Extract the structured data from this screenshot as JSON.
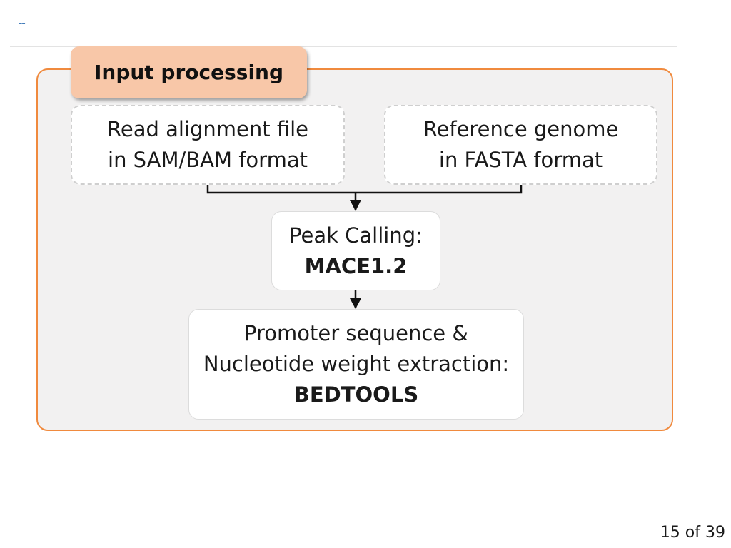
{
  "header": {
    "mark": "--"
  },
  "diagram": {
    "title": "Input processing",
    "inputs": [
      {
        "line1": "Read alignment file",
        "line2": "in SAM/BAM format"
      },
      {
        "line1": "Reference genome",
        "line2": "in FASTA format"
      }
    ],
    "peak_calling": {
      "label": "Peak Calling:",
      "tool": "MACE1.2"
    },
    "extraction": {
      "line1": "Promoter sequence &",
      "line2": "Nucleotide weight extraction:",
      "tool": "BEDTOOLS"
    },
    "colors": {
      "panel_border": "#f08a3e",
      "panel_fill": "#f2f1f1",
      "title_fill": "#f8c7a8"
    }
  },
  "footer": {
    "page_indicator": "15 of 39"
  }
}
